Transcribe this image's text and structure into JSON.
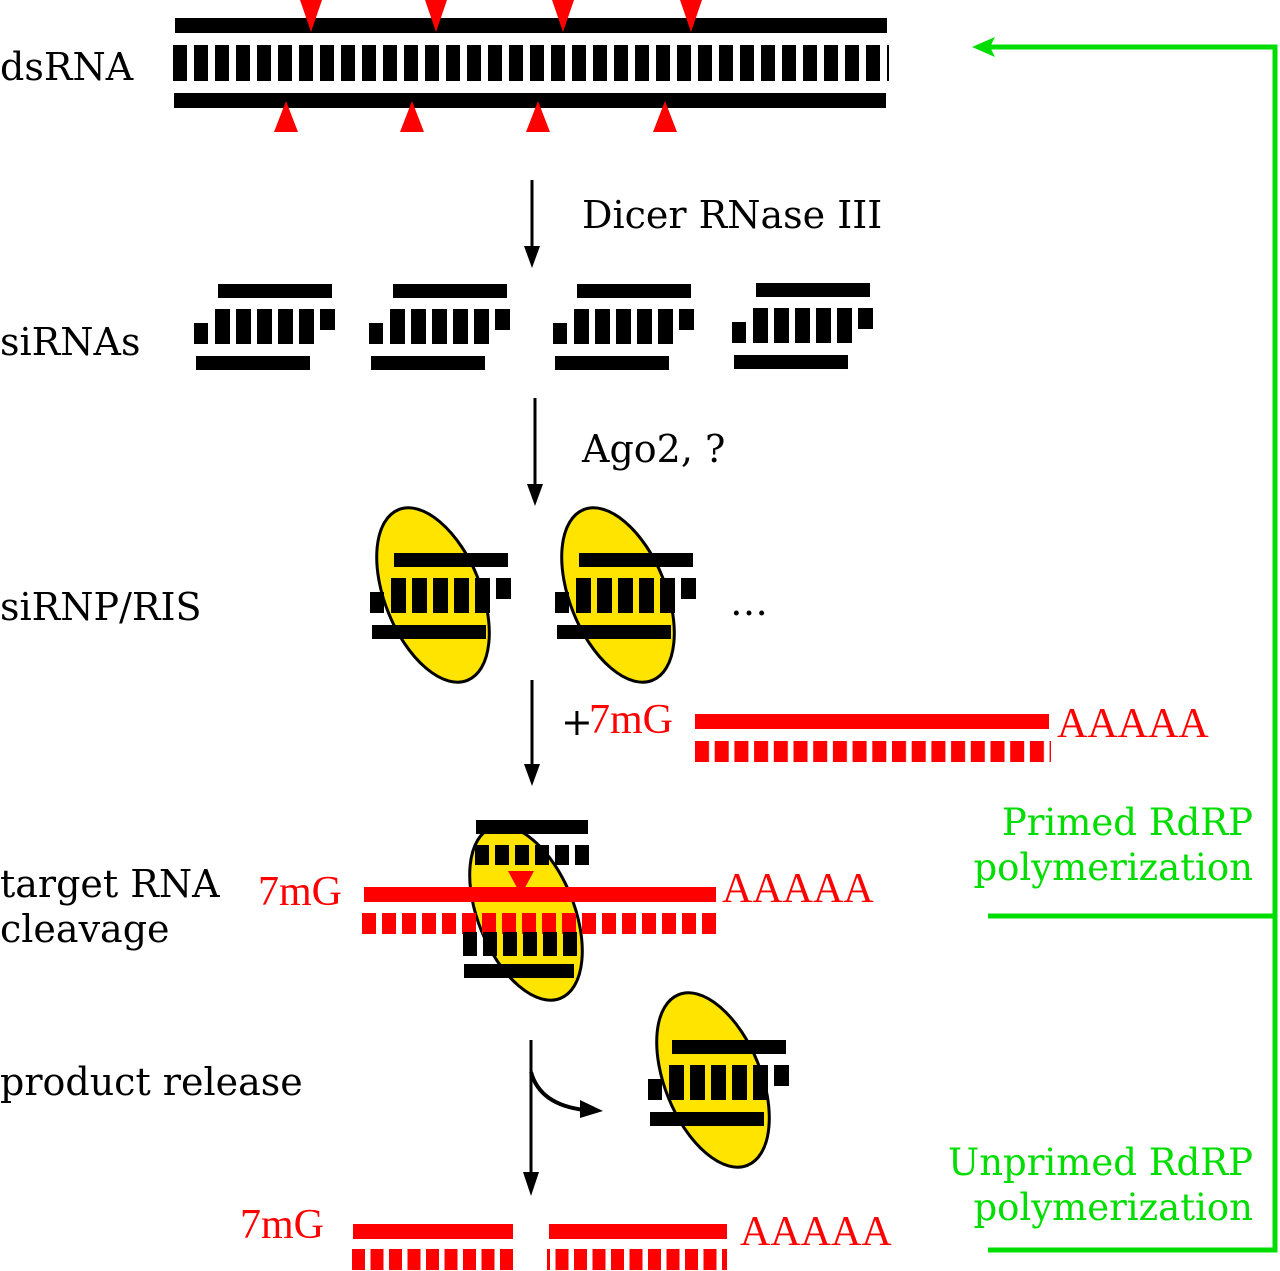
{
  "figure": {
    "type": "RNAi pathway diagram",
    "colors": {
      "strand": "#000000",
      "target": "#ff0000",
      "protein": "#ffe400",
      "feedback": "#00dd00"
    }
  },
  "stages": {
    "dsrna": "dsRNA",
    "sirnas": "siRNAs",
    "sirnp": "siRNP/RIS",
    "cleavage_line1": "target RNA",
    "cleavage_line2": "cleavage",
    "release": "product release"
  },
  "steps": {
    "dicer": "Dicer RNase III",
    "ago": "Ago2, ?",
    "ellipsis": "…",
    "plus": "+"
  },
  "target_rna": {
    "cap": "7mG",
    "tail": "AAAAA"
  },
  "feedback": {
    "primed_line1": "Primed RdRP",
    "primed_line2": "polymerization",
    "unprimed_line1": "Unprimed RdRP",
    "unprimed_line2": "polymerization"
  }
}
